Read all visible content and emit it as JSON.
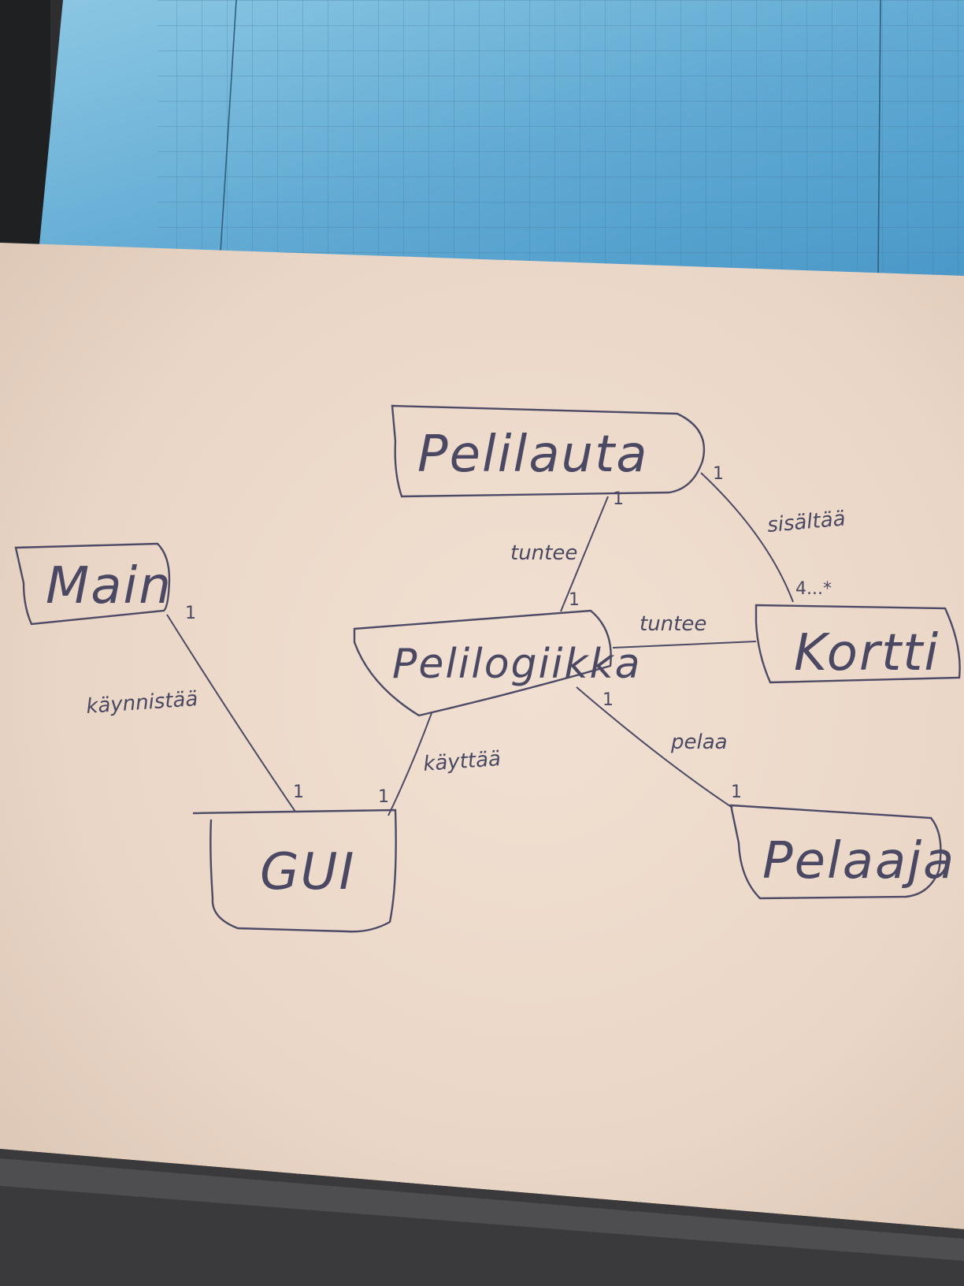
{
  "colors": {
    "ink": "#4d4a66",
    "paper": "#ead6c6",
    "screen": "#6fb4d6",
    "monitor": "#2e2e30"
  },
  "diagram": {
    "nodes": {
      "pelilauta": "Pelilauta",
      "main": "Main",
      "pelilogiikka": "Pelilogiikka",
      "kortti": "Kortti",
      "gui": "GUI",
      "pelaaja": "Pelaaja"
    },
    "edges": {
      "main_gui": {
        "label": "käynnistää",
        "source_mult": "1",
        "target_mult": "1"
      },
      "pelilauta_pelilogiikka": {
        "label": "tuntee",
        "source_mult": "1",
        "target_mult": "1"
      },
      "pelilauta_kortti": {
        "label": "sisältää",
        "source_mult": "1",
        "target_mult": "4...*"
      },
      "pelilogiikka_kortti": {
        "label": "tuntee"
      },
      "pelilogiikka_gui": {
        "label": "käyttää",
        "target_mult": "1"
      },
      "pelilogiikka_pelaaja": {
        "label": "pelaa",
        "source_mult": "1",
        "target_mult": "1"
      }
    }
  }
}
